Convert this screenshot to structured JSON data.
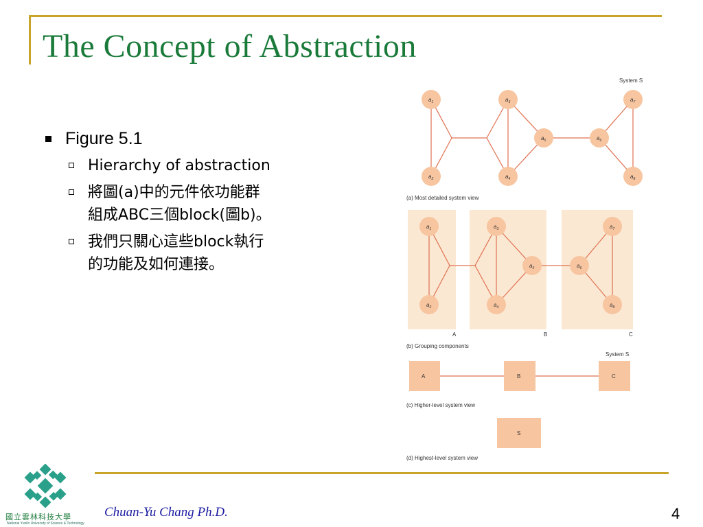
{
  "slide": {
    "title": "The Concept of Abstraction",
    "bullets": [
      {
        "text": "Figure 5.1",
        "sub": [
          "Hierarchy of abstraction",
          "將圖(a)中的元件依功能群\n組成ABC三個block(圖b)。",
          "我們只關心這些block執行\n的功能及如何連接。"
        ]
      }
    ]
  },
  "figure": {
    "system_label": "System S",
    "captions": {
      "a": "(a) Most detailed system view",
      "b": "(b) Grouping components",
      "c": "(c) Higher-level system view",
      "d": "(d) Highest-level system view"
    },
    "nodes": [
      {
        "label": "a",
        "sub": "1"
      },
      {
        "label": "a",
        "sub": "2"
      },
      {
        "label": "a",
        "sub": "3"
      },
      {
        "label": "a",
        "sub": "4"
      },
      {
        "label": "a",
        "sub": "5"
      },
      {
        "label": "a",
        "sub": "6"
      },
      {
        "label": "a",
        "sub": "7"
      },
      {
        "label": "a",
        "sub": "8"
      }
    ],
    "groups": [
      "A",
      "B",
      "C"
    ],
    "top_block": "S",
    "colors": {
      "node_fill": "#f7c5a0",
      "edge": "#e07050",
      "group_fill": "#fbe8d2"
    }
  },
  "footer": {
    "author": "Chuan-Yu Chang Ph.D.",
    "page": "4",
    "logo_text": "國立雲林科技大學",
    "logo_subtext": "National Yunlin University of Science & Technology"
  }
}
